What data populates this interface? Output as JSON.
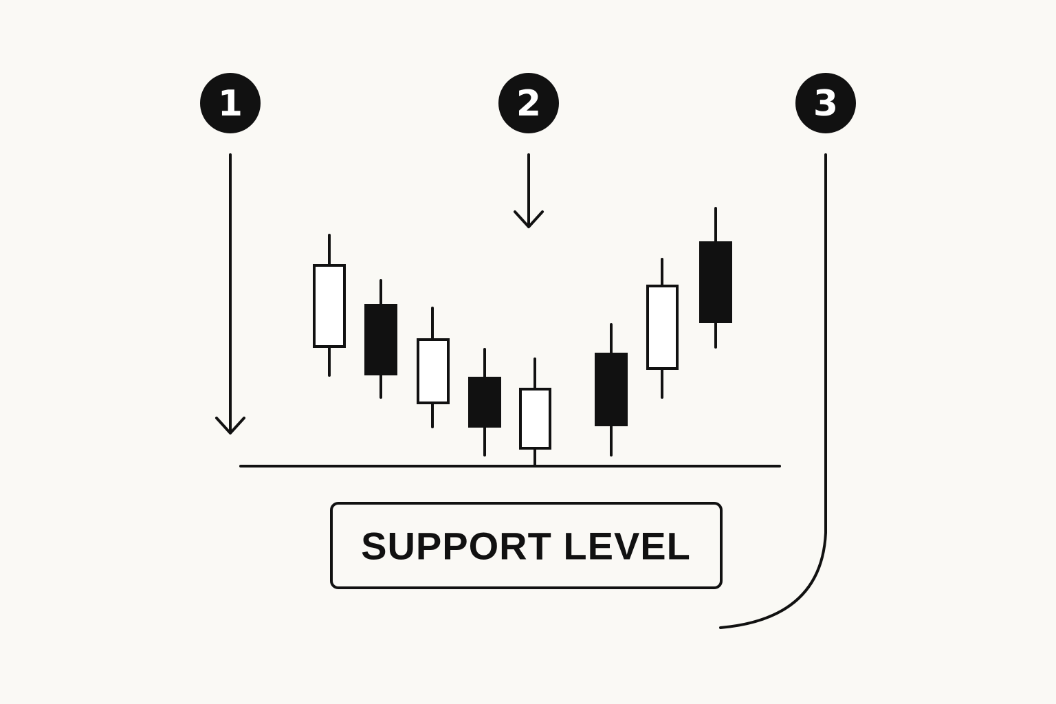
{
  "diagram": {
    "steps": [
      {
        "label": "1"
      },
      {
        "label": "2"
      },
      {
        "label": "3"
      }
    ],
    "support_label": "SUPPORT LEVEL",
    "candles": [
      {
        "type": "bullish"
      },
      {
        "type": "bearish"
      },
      {
        "type": "bullish"
      },
      {
        "type": "bearish"
      },
      {
        "type": "bullish"
      },
      {
        "type": "bearish"
      },
      {
        "type": "bullish"
      },
      {
        "type": "bearish"
      }
    ],
    "colors": {
      "background": "#faf9f5",
      "ink": "#111111",
      "hollow_fill": "#ffffff"
    }
  }
}
